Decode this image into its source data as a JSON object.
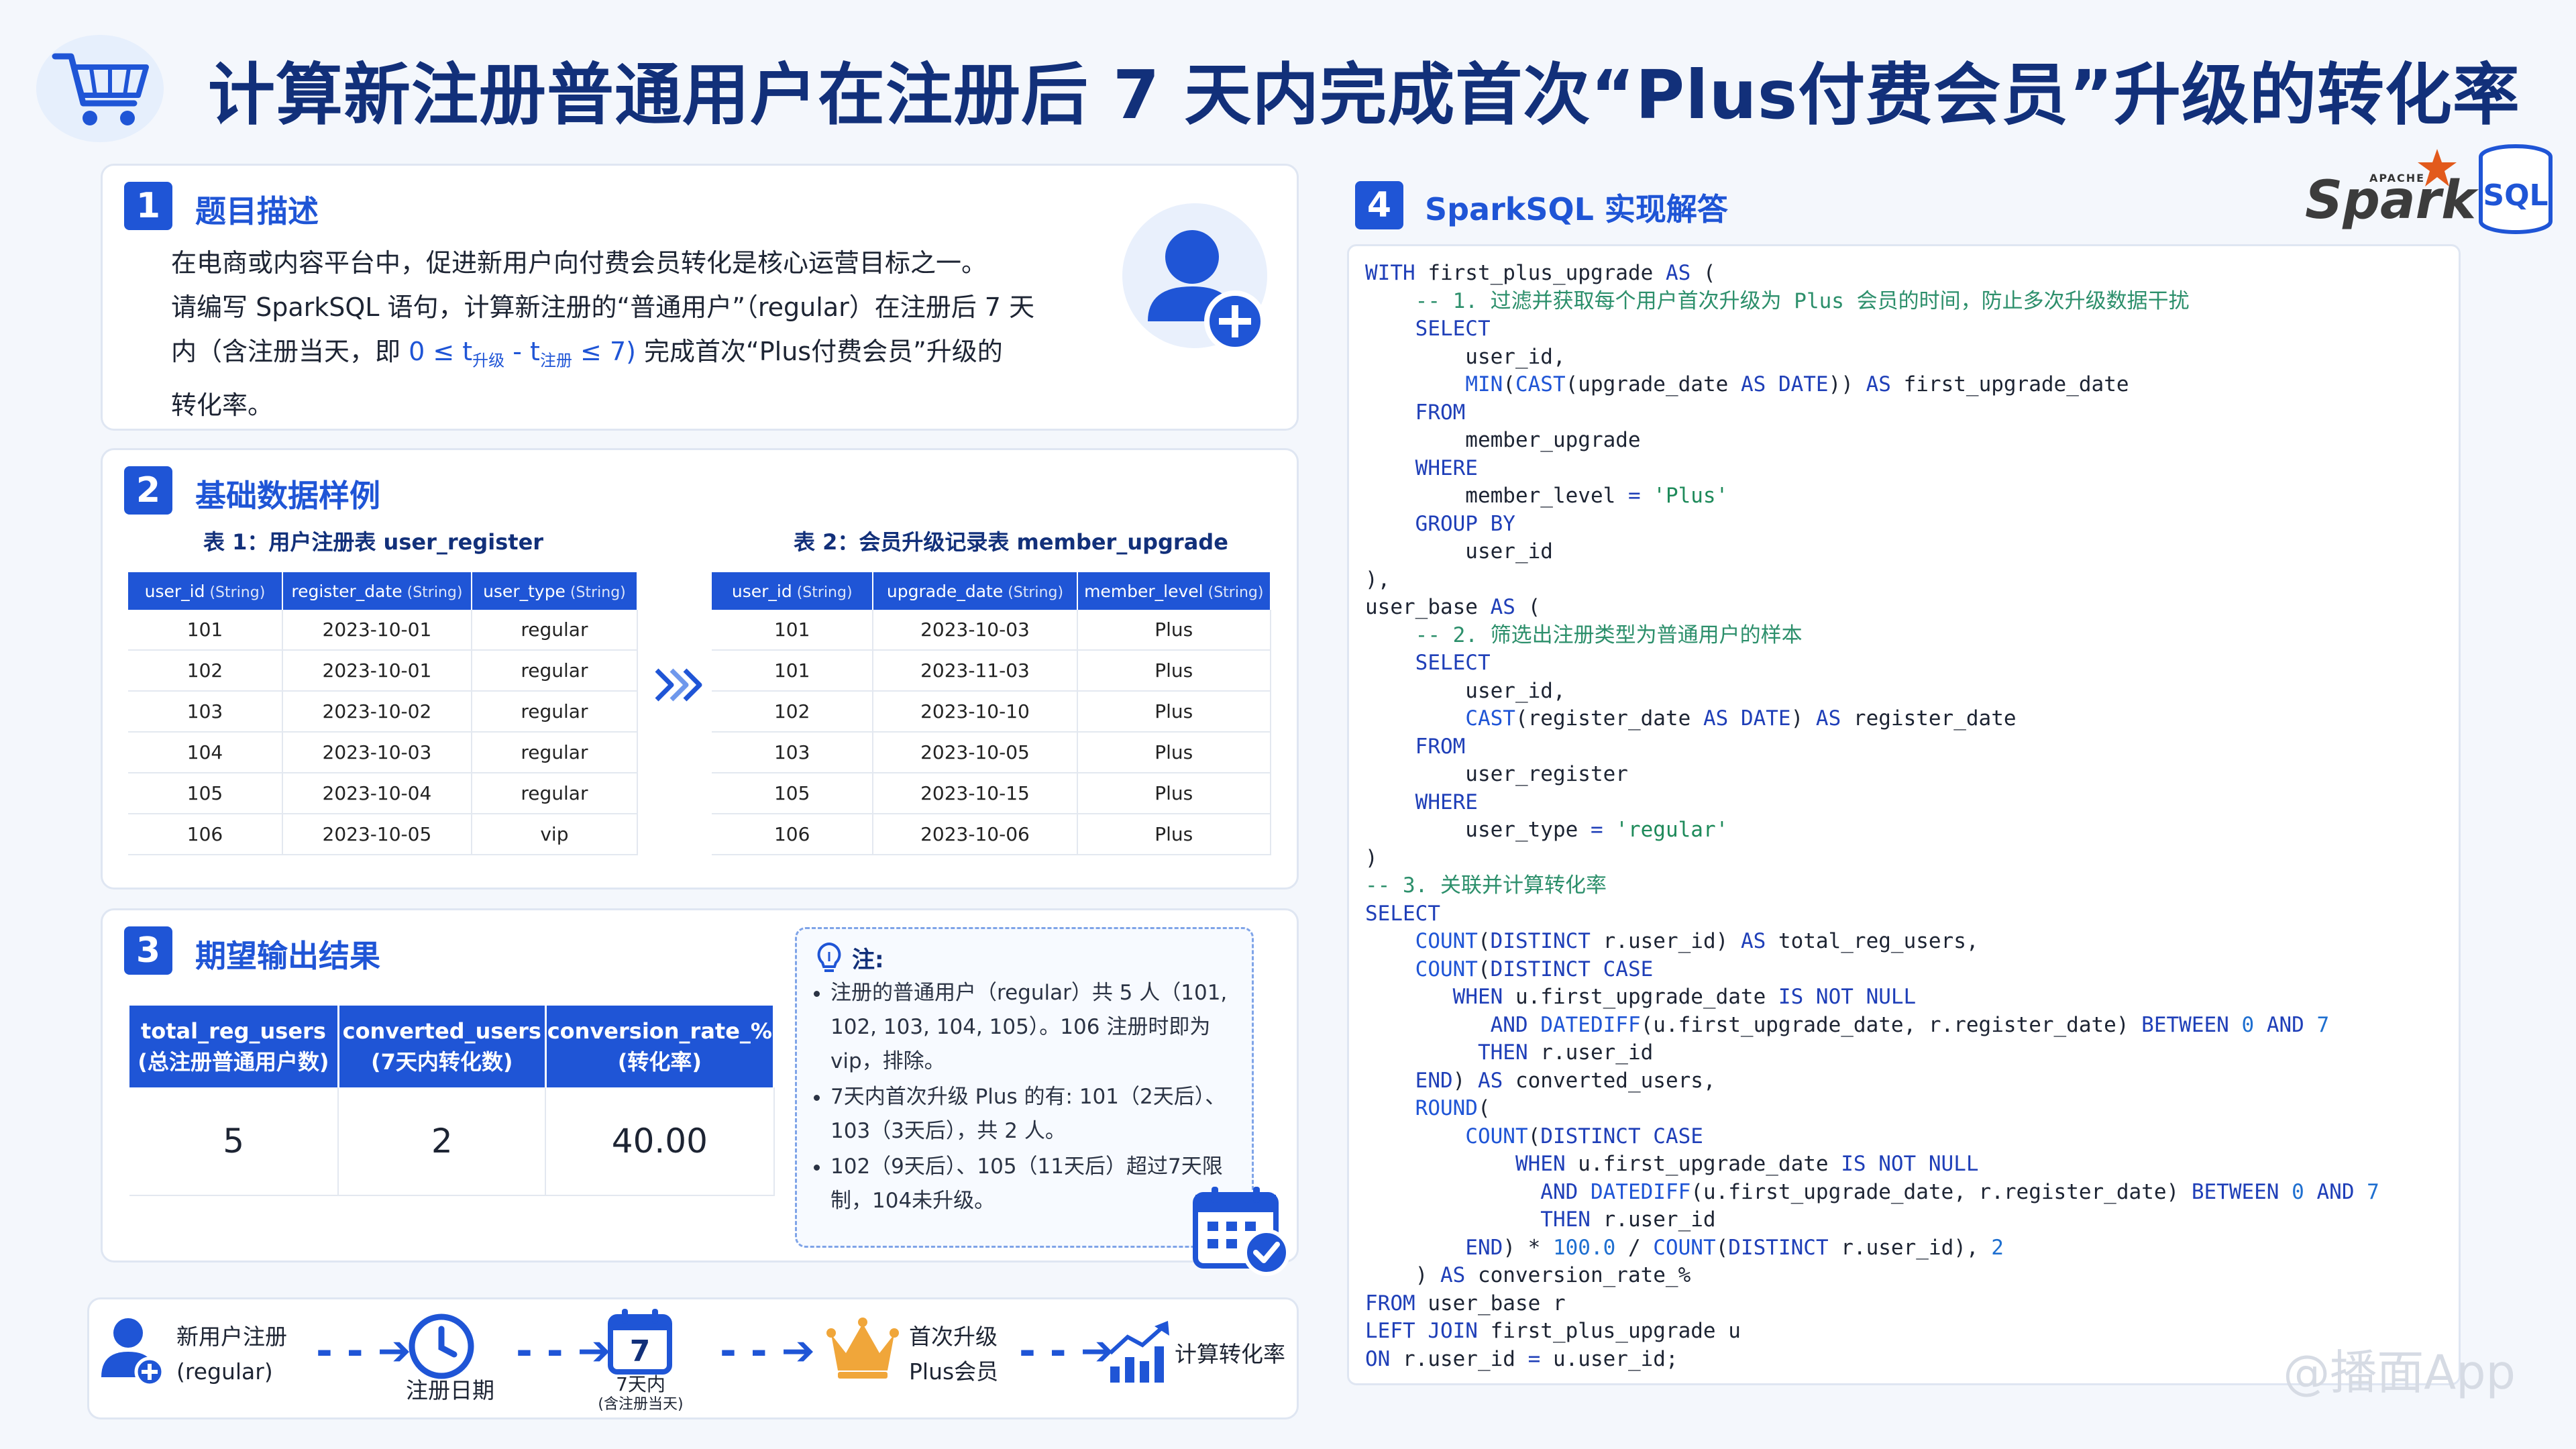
{
  "title": "计算新注册普通用户在注册后 7 天内完成首次“Plus付费会员”升级的转化率",
  "section1": {
    "num": "1",
    "title": "题目描述",
    "line1": "在电商或内容平台中，促进新用户向付费会员转化是核心运营目标之一。",
    "line2": "请编写 SparkSQL 语句，计算新注册的“普通用户”（regular）在注册后 7 天",
    "line3a": "内（含注册当天，即 ",
    "line3b": "0 ≤ t",
    "sub1": "升级",
    "line3c": " - t",
    "sub2": "注册",
    "line3d": " ≤ 7)",
    "line3e": " 完成首次“Plus付费会员”升级的",
    "line4": "转化率。"
  },
  "section2": {
    "num": "2",
    "title": "基础数据样例",
    "table1": {
      "caption": "表 1：用户注册表 user_register",
      "headers": [
        [
          "user_id",
          " (String)"
        ],
        [
          "register_date",
          " (String)"
        ],
        [
          "user_type",
          " (String)"
        ]
      ],
      "rows": [
        [
          "101",
          "2023-10-01",
          "regular"
        ],
        [
          "102",
          "2023-10-01",
          "regular"
        ],
        [
          "103",
          "2023-10-02",
          "regular"
        ],
        [
          "104",
          "2023-10-03",
          "regular"
        ],
        [
          "105",
          "2023-10-04",
          "regular"
        ],
        [
          "106",
          "2023-10-05",
          "vip"
        ]
      ]
    },
    "table2": {
      "caption": "表 2：会员升级记录表 member_upgrade",
      "headers": [
        [
          "user_id",
          " (String)"
        ],
        [
          "upgrade_date",
          " (String)"
        ],
        [
          "member_level",
          " (String)"
        ]
      ],
      "rows": [
        [
          "101",
          "2023-10-03",
          "Plus"
        ],
        [
          "101",
          "2023-11-03",
          "Plus"
        ],
        [
          "102",
          "2023-10-10",
          "Plus"
        ],
        [
          "103",
          "2023-10-05",
          "Plus"
        ],
        [
          "105",
          "2023-10-15",
          "Plus"
        ],
        [
          "106",
          "2023-10-06",
          "Plus"
        ]
      ]
    }
  },
  "section3": {
    "num": "3",
    "title": "期望输出结果",
    "headers": [
      [
        "total_reg_users",
        "(总注册普通用户数)"
      ],
      [
        "converted_users",
        "(7天内转化数)"
      ],
      [
        "conversion_rate_%",
        "(转化率)"
      ]
    ],
    "values": [
      "5",
      "2",
      "40.00"
    ],
    "note_title": "注:",
    "notes": [
      "注册的普通用户（regular）共 5 人（101, 102, 103, 104, 105）。106 注册时即为 vip，排除。",
      "7天内首次升级 Plus 的有: 101（2天后）、103（3天后），共 2 人。",
      "102（9天后）、105（11天后）超过7天限制，104未升级。"
    ]
  },
  "flow": {
    "step1a": "新用户注册",
    "step1b": "(regular)",
    "step2": "注册日期",
    "step3_day": "7",
    "step3a": "7天内",
    "step3b": "(含注册当天)",
    "step4a": "首次升级",
    "step4b": "Plus会员",
    "step5": "计算转化率",
    "arrow": "- - ➔"
  },
  "section4": {
    "num": "4",
    "title": "SparkSQL 实现解答",
    "spark_label": "Spark",
    "apache_label": "APACHE",
    "sql_label": "SQL"
  },
  "watermark": "@播面App"
}
